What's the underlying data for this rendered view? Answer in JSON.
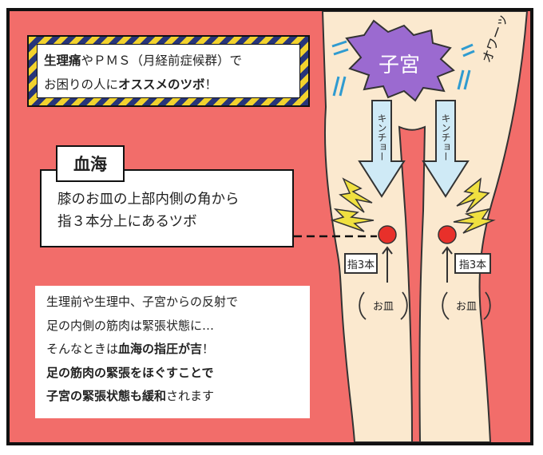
{
  "title": {
    "line1_bold": "生理痛",
    "line1_rest": "やＰＭＳ（月経前症候群）で",
    "line2_start": "お困りの人に",
    "line2_bold": "オススメのツボ",
    "line2_end": "！"
  },
  "point": {
    "name": "血海",
    "description_line1": "膝のお皿の上部内側の角から",
    "description_line2": "指３本分上にあるツボ"
  },
  "tips": {
    "line1": "生理前や生理中、子宮からの反射で",
    "line2": "足の内側の筋肉は緊張状態に…",
    "line3_start": "そんなときは",
    "line3_bold": "血海の指圧が吉",
    "line3_end": "！",
    "line4": "足の筋肉の緊張をほぐすことで",
    "line5_bold": "子宮の緊張状態も緩和",
    "line5_rest": "されます"
  },
  "illustration": {
    "uterus_label": "子宮",
    "sound_effect": "オワーッ",
    "arrow_label": "キンチョー",
    "finger_label": "指3本",
    "kneecap_label": "お皿"
  },
  "colors": {
    "background": "#f26d6a",
    "skin": "#fbe9cf",
    "uterus": "#9b6ad0",
    "arrow": "#cfeaf6",
    "lightning": "#f0e040",
    "point": "#e8302a"
  }
}
